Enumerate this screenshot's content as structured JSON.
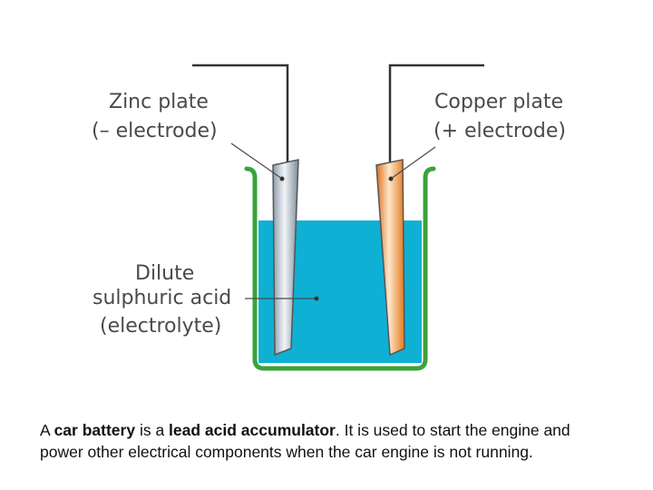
{
  "labels": {
    "zinc_name": "Zinc plate",
    "zinc_role": "(– electrode)",
    "copper_name": "Copper plate",
    "copper_role": "(+ electrode)",
    "acid_line1": "Dilute",
    "acid_line2": "sulphuric acid",
    "acid_line3": "(electrolyte)"
  },
  "caption": {
    "p1": "A ",
    "b1": "car battery",
    "p2": " is a ",
    "b2": "lead acid accumulator",
    "p3": ". It is used to start the engine and power other electrical components when the car engine is not running."
  },
  "colors": {
    "electrolyte": "#0eb0d4",
    "container": "#3aa33a",
    "copper": "#f08a1e",
    "zinc": "#a9b8c6"
  }
}
